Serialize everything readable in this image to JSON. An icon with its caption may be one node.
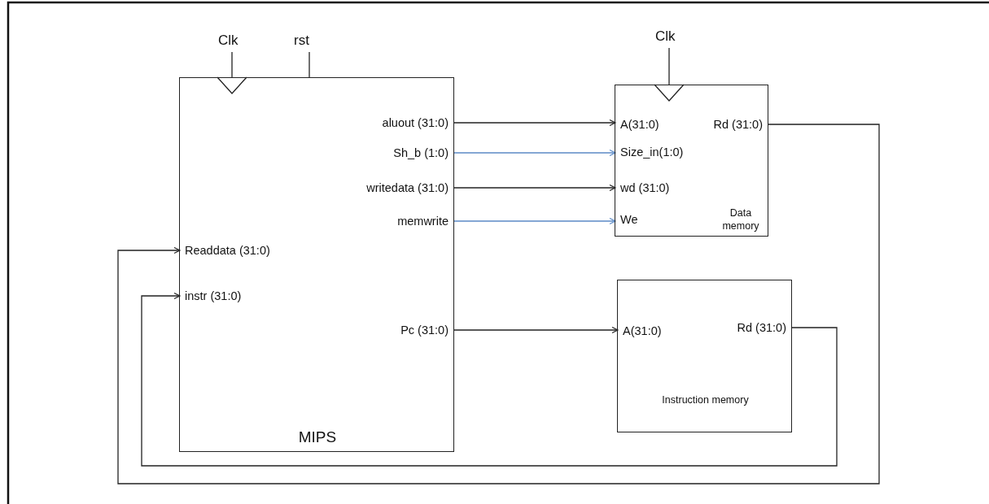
{
  "diagram": {
    "nodes": [
      {
        "text": [
          "MIPS"
        ]
      },
      {
        "text": [
          "aluout (31:0)"
        ],
        "in": 0
      },
      {
        "text": [
          "Sh_b (1:0)"
        ],
        "in": 0
      },
      {
        "text": [
          "writedata (31:0)"
        ],
        "in": 0
      },
      {
        "text": [
          "memwrite"
        ],
        "in": 0
      },
      {
        "text": [
          "Readdata (31:0)"
        ],
        "in": 0
      },
      {
        "text": [
          "instr (31:0)"
        ],
        "in": 0
      },
      {
        "text": [
          "Pc (31:0)"
        ],
        "in": 0
      },
      {
        "text": [
          "Clk"
        ]
      },
      {
        "text": [
          "rst"
        ]
      },
      {
        "text": [
          "Data memory"
        ]
      },
      {
        "text": [
          "A(31:0)"
        ],
        "in": 10
      },
      {
        "text": [
          "Size_in(1:0)"
        ],
        "in": 10
      },
      {
        "text": [
          "wd (31:0)"
        ],
        "in": 10
      },
      {
        "text": [
          "We"
        ],
        "in": 10
      },
      {
        "text": [
          "Rd (31:0)"
        ],
        "in": 10
      },
      {
        "text": [
          "Clk"
        ]
      },
      {
        "text": [
          "Instruction memory"
        ]
      },
      {
        "text": [
          "A(31:0)"
        ],
        "in": 17
      },
      {
        "text": [
          "Rd (31:0)"
        ],
        "in": 17
      }
    ],
    "edges": [
      {
        "from": 1,
        "to": 11,
        "arrow": "to"
      },
      {
        "from": 2,
        "to": 12,
        "arrow": "to",
        "color": "#5b8ac6"
      },
      {
        "from": 3,
        "to": 13,
        "arrow": "to"
      },
      {
        "from": 4,
        "to": 14,
        "arrow": "to",
        "color": "#5b8ac6"
      },
      {
        "from": 7,
        "to": 18,
        "arrow": "to"
      },
      {
        "from": 15,
        "to": 5,
        "arrow": "to"
      },
      {
        "from": 19,
        "to": 6,
        "arrow": "to"
      },
      {
        "from": 8,
        "to": 0,
        "arrow": "none"
      },
      {
        "from": 9,
        "to": 0,
        "arrow": "none"
      },
      {
        "from": 16,
        "to": 10,
        "arrow": "none"
      }
    ]
  }
}
